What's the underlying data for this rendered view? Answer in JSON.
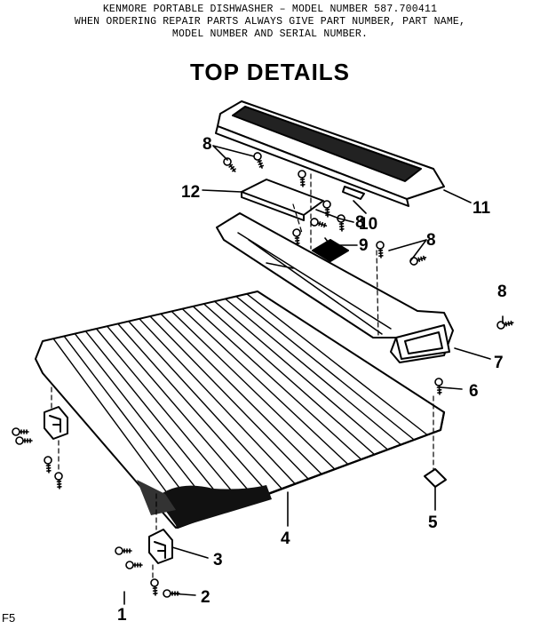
{
  "header": {
    "line1": "KENMORE PORTABLE DISHWASHER – MODEL NUMBER 587.700411",
    "line2": "WHEN ORDERING REPAIR PARTS ALWAYS GIVE PART NUMBER, PART NAME,",
    "line3": "MODEL NUMBER AND SERIAL NUMBER."
  },
  "title": "TOP DETAILS",
  "page_code": "F5",
  "callouts": {
    "p1": "1",
    "p2": "2",
    "p3": "3",
    "p4": "4",
    "p5": "5",
    "p6": "6",
    "p7": "7",
    "p8a": "8",
    "p8b": "8",
    "p8c": "8",
    "p8d": "8",
    "p9": "9",
    "p10": "10",
    "p11": "11",
    "p12": "12"
  }
}
